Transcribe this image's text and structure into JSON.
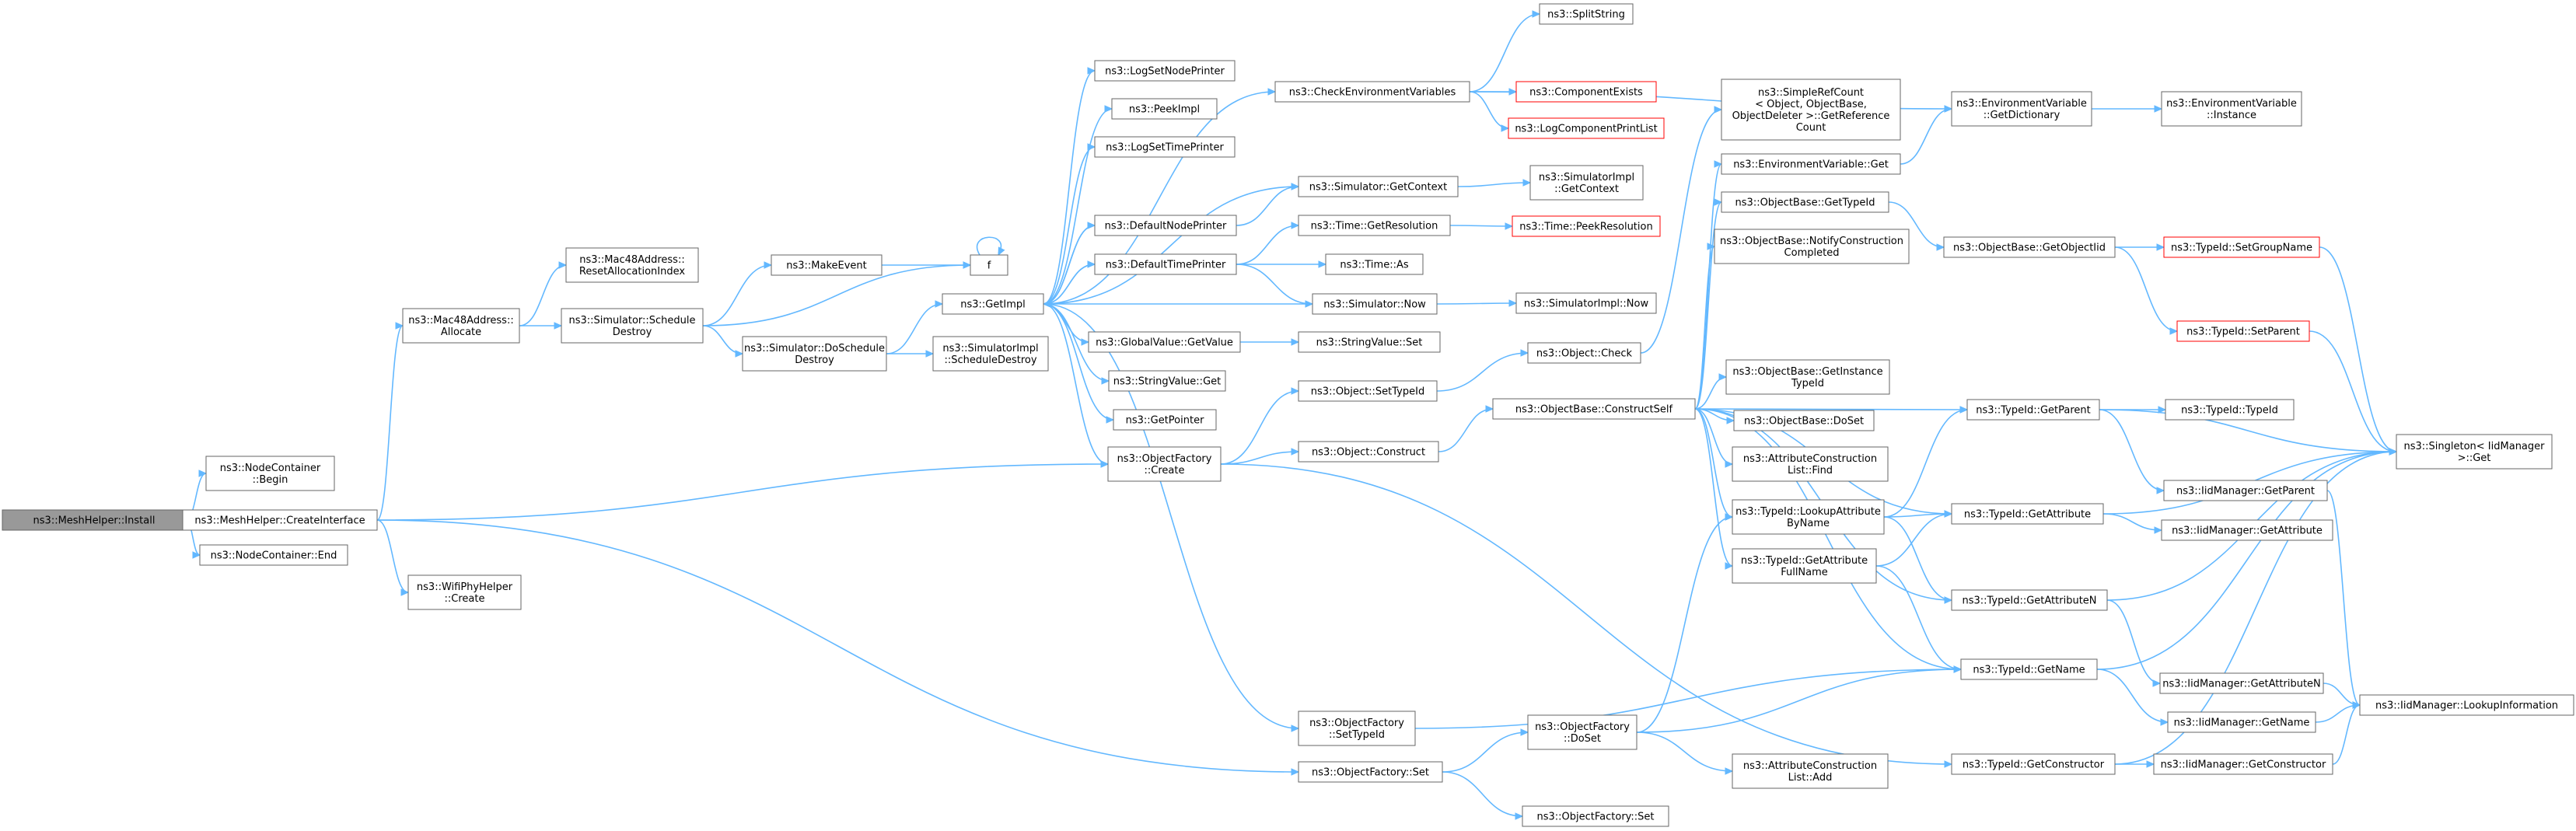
{
  "colors": {
    "edge": "#63b8ff",
    "node_border": "#666666",
    "root_fill": "#999999",
    "incomplete_border": "#ff0000"
  },
  "nodes": [
    {
      "id": "install",
      "lines": [
        "ns3::MeshHelper::Install"
      ],
      "style": "root"
    },
    {
      "id": "nc_begin",
      "lines": [
        "ns3::NodeContainer",
        "::Begin"
      ]
    },
    {
      "id": "create_iface",
      "lines": [
        "ns3::MeshHelper::CreateInterface"
      ]
    },
    {
      "id": "nc_end",
      "lines": [
        "ns3::NodeContainer::End"
      ]
    },
    {
      "id": "mac_alloc",
      "lines": [
        "ns3::Mac48Address::",
        "Allocate"
      ]
    },
    {
      "id": "wifi_create",
      "lines": [
        "ns3::WifiPhyHelper",
        "::Create"
      ]
    },
    {
      "id": "mac_reset",
      "lines": [
        "ns3::Mac48Address::",
        "ResetAllocationIndex"
      ]
    },
    {
      "id": "sim_sched_destroy",
      "lines": [
        "ns3::Simulator::Schedule",
        "Destroy"
      ]
    },
    {
      "id": "make_event",
      "lines": [
        "ns3::MakeEvent"
      ]
    },
    {
      "id": "sim_do_sched_destroy",
      "lines": [
        "ns3::Simulator::DoSchedule",
        "Destroy"
      ]
    },
    {
      "id": "f",
      "lines": [
        "f"
      ]
    },
    {
      "id": "getimpl",
      "lines": [
        "ns3::GetImpl"
      ]
    },
    {
      "id": "simimpl_sched_destroy",
      "lines": [
        "ns3::SimulatorImpl",
        "::ScheduleDestroy"
      ]
    },
    {
      "id": "log_node_printer",
      "lines": [
        "ns3::LogSetNodePrinter"
      ]
    },
    {
      "id": "peekimpl",
      "lines": [
        "ns3::PeekImpl"
      ]
    },
    {
      "id": "log_time_printer",
      "lines": [
        "ns3::LogSetTimePrinter"
      ]
    },
    {
      "id": "default_node_printer",
      "lines": [
        "ns3::DefaultNodePrinter"
      ]
    },
    {
      "id": "default_time_printer",
      "lines": [
        "ns3::DefaultTimePrinter"
      ]
    },
    {
      "id": "gv_getvalue",
      "lines": [
        "ns3::GlobalValue::GetValue"
      ]
    },
    {
      "id": "stringvalue_get",
      "lines": [
        "ns3::StringValue::Get"
      ]
    },
    {
      "id": "getpointer",
      "lines": [
        "ns3::GetPointer"
      ]
    },
    {
      "id": "of_create",
      "lines": [
        "ns3::ObjectFactory",
        "::Create"
      ]
    },
    {
      "id": "of_settypeid",
      "lines": [
        "ns3::ObjectFactory",
        "::SetTypeId"
      ]
    },
    {
      "id": "of_set",
      "lines": [
        "ns3::ObjectFactory::Set"
      ]
    },
    {
      "id": "check_env",
      "lines": [
        "ns3::CheckEnvironmentVariables"
      ]
    },
    {
      "id": "sim_getcontext",
      "lines": [
        "ns3::Simulator::GetContext"
      ]
    },
    {
      "id": "time_getres",
      "lines": [
        "ns3::Time::GetResolution"
      ]
    },
    {
      "id": "time_as",
      "lines": [
        "ns3::Time::As"
      ]
    },
    {
      "id": "sim_now",
      "lines": [
        "ns3::Simulator::Now"
      ]
    },
    {
      "id": "sv_set",
      "lines": [
        "ns3::StringValue::Set"
      ]
    },
    {
      "id": "obj_settypeid",
      "lines": [
        "ns3::Object::SetTypeId"
      ]
    },
    {
      "id": "obj_construct",
      "lines": [
        "ns3::Object::Construct"
      ]
    },
    {
      "id": "of_doset",
      "lines": [
        "ns3::ObjectFactory",
        "::DoSet"
      ]
    },
    {
      "id": "of_set2",
      "lines": [
        "ns3::ObjectFactory::Set"
      ]
    },
    {
      "id": "splitstring",
      "lines": [
        "ns3::SplitString"
      ]
    },
    {
      "id": "comp_exists",
      "lines": [
        "ns3::ComponentExists"
      ],
      "style": "red"
    },
    {
      "id": "log_comp_print",
      "lines": [
        "ns3::LogComponentPrintList"
      ],
      "style": "red"
    },
    {
      "id": "simimpl_getcontext",
      "lines": [
        "ns3::SimulatorImpl",
        "::GetContext"
      ]
    },
    {
      "id": "time_peekres",
      "lines": [
        "ns3::Time::PeekResolution"
      ],
      "style": "red"
    },
    {
      "id": "simimpl_now",
      "lines": [
        "ns3::SimulatorImpl::Now"
      ]
    },
    {
      "id": "obj_check",
      "lines": [
        "ns3::Object::Check"
      ]
    },
    {
      "id": "ob_constructself",
      "lines": [
        "ns3::ObjectBase::ConstructSelf"
      ]
    },
    {
      "id": "simple_refcount",
      "lines": [
        "ns3::SimpleRefCount",
        "< Object, ObjectBase,",
        "ObjectDeleter >::GetReference",
        "Count"
      ]
    },
    {
      "id": "envvar_get",
      "lines": [
        "ns3::EnvironmentVariable::Get"
      ]
    },
    {
      "id": "ob_gettypeid",
      "lines": [
        "ns3::ObjectBase::GetTypeId"
      ]
    },
    {
      "id": "ob_notify",
      "lines": [
        "ns3::ObjectBase::NotifyConstruction",
        "Completed"
      ]
    },
    {
      "id": "ob_getinstance",
      "lines": [
        "ns3::ObjectBase::GetInstance",
        "TypeId"
      ]
    },
    {
      "id": "ob_doset",
      "lines": [
        "ns3::ObjectBase::DoSet"
      ]
    },
    {
      "id": "acl_find",
      "lines": [
        "ns3::AttributeConstruction",
        "List::Find"
      ]
    },
    {
      "id": "tid_lookup",
      "lines": [
        "ns3::TypeId::LookupAttribute",
        "ByName"
      ]
    },
    {
      "id": "tid_getattrfull",
      "lines": [
        "ns3::TypeId::GetAttribute",
        "FullName"
      ]
    },
    {
      "id": "acl_add",
      "lines": [
        "ns3::AttributeConstruction",
        "List::Add"
      ]
    },
    {
      "id": "envvar_getdict",
      "lines": [
        "ns3::EnvironmentVariable",
        "::GetDictionary"
      ]
    },
    {
      "id": "ob_getobjectiid",
      "lines": [
        "ns3::ObjectBase::GetObjectIid"
      ]
    },
    {
      "id": "tid_getparent",
      "lines": [
        "ns3::TypeId::GetParent"
      ]
    },
    {
      "id": "tid_getattr",
      "lines": [
        "ns3::TypeId::GetAttribute"
      ]
    },
    {
      "id": "tid_getattrn",
      "lines": [
        "ns3::TypeId::GetAttributeN"
      ]
    },
    {
      "id": "tid_getname",
      "lines": [
        "ns3::TypeId::GetName"
      ]
    },
    {
      "id": "tid_getctor",
      "lines": [
        "ns3::TypeId::GetConstructor"
      ]
    },
    {
      "id": "envvar_instance",
      "lines": [
        "ns3::EnvironmentVariable",
        "::Instance"
      ]
    },
    {
      "id": "tid_setgroup",
      "lines": [
        "ns3::TypeId::SetGroupName"
      ],
      "style": "red"
    },
    {
      "id": "tid_setparent",
      "lines": [
        "ns3::TypeId::SetParent"
      ],
      "style": "red"
    },
    {
      "id": "tid_typeid",
      "lines": [
        "ns3::TypeId::TypeId"
      ]
    },
    {
      "id": "iid_getparent",
      "lines": [
        "ns3::IidManager::GetParent"
      ]
    },
    {
      "id": "iid_getattr",
      "lines": [
        "ns3::IidManager::GetAttribute"
      ]
    },
    {
      "id": "iid_getattrn",
      "lines": [
        "ns3::IidManager::GetAttributeN"
      ]
    },
    {
      "id": "iid_getname",
      "lines": [
        "ns3::IidManager::GetName"
      ]
    },
    {
      "id": "iid_getctor",
      "lines": [
        "ns3::IidManager::GetConstructor"
      ]
    },
    {
      "id": "singleton_get",
      "lines": [
        "ns3::Singleton< IidManager",
        ">::Get"
      ]
    },
    {
      "id": "iid_lookupinfo",
      "lines": [
        "ns3::IidManager::LookupInformation"
      ]
    }
  ],
  "edges": [
    [
      "install",
      "nc_begin"
    ],
    [
      "install",
      "create_iface"
    ],
    [
      "install",
      "nc_end"
    ],
    [
      "create_iface",
      "mac_alloc"
    ],
    [
      "create_iface",
      "of_create"
    ],
    [
      "create_iface",
      "wifi_create"
    ],
    [
      "create_iface",
      "of_set"
    ],
    [
      "mac_alloc",
      "mac_reset"
    ],
    [
      "mac_alloc",
      "sim_sched_destroy"
    ],
    [
      "sim_sched_destroy",
      "make_event"
    ],
    [
      "sim_sched_destroy",
      "f"
    ],
    [
      "sim_sched_destroy",
      "sim_do_sched_destroy"
    ],
    [
      "make_event",
      "f"
    ],
    [
      "f",
      "f"
    ],
    [
      "sim_do_sched_destroy",
      "getimpl"
    ],
    [
      "sim_do_sched_destroy",
      "simimpl_sched_destroy"
    ],
    [
      "getimpl",
      "log_node_printer"
    ],
    [
      "getimpl",
      "peekimpl"
    ],
    [
      "getimpl",
      "log_time_printer"
    ],
    [
      "getimpl",
      "sim_getcontext"
    ],
    [
      "getimpl",
      "default_node_printer"
    ],
    [
      "getimpl",
      "default_time_printer"
    ],
    [
      "getimpl",
      "gv_getvalue"
    ],
    [
      "getimpl",
      "stringvalue_get"
    ],
    [
      "getimpl",
      "getpointer"
    ],
    [
      "getimpl",
      "of_create"
    ],
    [
      "getimpl",
      "of_settypeid"
    ],
    [
      "getimpl",
      "check_env"
    ],
    [
      "default_node_printer",
      "getimpl"
    ],
    [
      "default_node_printer",
      "sim_getcontext"
    ],
    [
      "default_time_printer",
      "getimpl"
    ],
    [
      "default_time_printer",
      "time_getres"
    ],
    [
      "default_time_printer",
      "time_as"
    ],
    [
      "default_time_printer",
      "sim_now"
    ],
    [
      "sim_now",
      "getimpl"
    ],
    [
      "sim_now",
      "simimpl_now"
    ],
    [
      "sim_getcontext",
      "simimpl_getcontext"
    ],
    [
      "time_getres",
      "time_peekres"
    ],
    [
      "gv_getvalue",
      "sv_set"
    ],
    [
      "check_env",
      "splitstring"
    ],
    [
      "check_env",
      "comp_exists"
    ],
    [
      "check_env",
      "log_comp_print"
    ],
    [
      "check_env",
      "envvar_getdict"
    ],
    [
      "of_create",
      "obj_settypeid"
    ],
    [
      "of_create",
      "obj_construct"
    ],
    [
      "of_create",
      "tid_getctor"
    ],
    [
      "obj_settypeid",
      "obj_check"
    ],
    [
      "obj_construct",
      "ob_constructself"
    ],
    [
      "obj_check",
      "simple_refcount"
    ],
    [
      "ob_constructself",
      "envvar_get"
    ],
    [
      "ob_constructself",
      "ob_gettypeid"
    ],
    [
      "ob_constructself",
      "ob_notify"
    ],
    [
      "ob_constructself",
      "ob_getinstance"
    ],
    [
      "ob_constructself",
      "ob_doset"
    ],
    [
      "ob_constructself",
      "acl_find"
    ],
    [
      "ob_constructself",
      "tid_lookup"
    ],
    [
      "ob_constructself",
      "tid_getattrfull"
    ],
    [
      "ob_constructself",
      "tid_getparent"
    ],
    [
      "ob_constructself",
      "tid_getattr"
    ],
    [
      "ob_constructself",
      "tid_getattrn"
    ],
    [
      "ob_constructself",
      "tid_getname"
    ],
    [
      "envvar_get",
      "envvar_getdict"
    ],
    [
      "envvar_getdict",
      "envvar_instance"
    ],
    [
      "ob_gettypeid",
      "ob_getobjectiid"
    ],
    [
      "ob_getobjectiid",
      "tid_setgroup"
    ],
    [
      "ob_getobjectiid",
      "tid_setparent"
    ],
    [
      "tid_setgroup",
      "singleton_get"
    ],
    [
      "tid_setparent",
      "singleton_get"
    ],
    [
      "tid_lookup",
      "tid_getparent"
    ],
    [
      "tid_lookup",
      "tid_getattr"
    ],
    [
      "tid_lookup",
      "tid_getattrn"
    ],
    [
      "tid_getattrfull",
      "tid_getattr"
    ],
    [
      "tid_getattrfull",
      "tid_getname"
    ],
    [
      "tid_getparent",
      "tid_typeid"
    ],
    [
      "tid_getparent",
      "iid_getparent"
    ],
    [
      "tid_getparent",
      "singleton_get"
    ],
    [
      "tid_getattr",
      "iid_getattr"
    ],
    [
      "tid_getattr",
      "singleton_get"
    ],
    [
      "tid_getattrn",
      "iid_getattrn"
    ],
    [
      "tid_getattrn",
      "singleton_get"
    ],
    [
      "tid_getname",
      "iid_getname"
    ],
    [
      "tid_getname",
      "singleton_get"
    ],
    [
      "tid_getctor",
      "iid_getctor"
    ],
    [
      "tid_getctor",
      "singleton_get"
    ],
    [
      "iid_getparent",
      "iid_lookupinfo"
    ],
    [
      "iid_getattrn",
      "iid_lookupinfo"
    ],
    [
      "iid_getname",
      "iid_lookupinfo"
    ],
    [
      "iid_getctor",
      "iid_lookupinfo"
    ],
    [
      "of_settypeid",
      "tid_getname"
    ],
    [
      "of_set",
      "of_doset"
    ],
    [
      "of_set",
      "of_set2"
    ],
    [
      "of_doset",
      "tid_lookup"
    ],
    [
      "of_doset",
      "tid_getname"
    ],
    [
      "of_doset",
      "acl_add"
    ]
  ]
}
